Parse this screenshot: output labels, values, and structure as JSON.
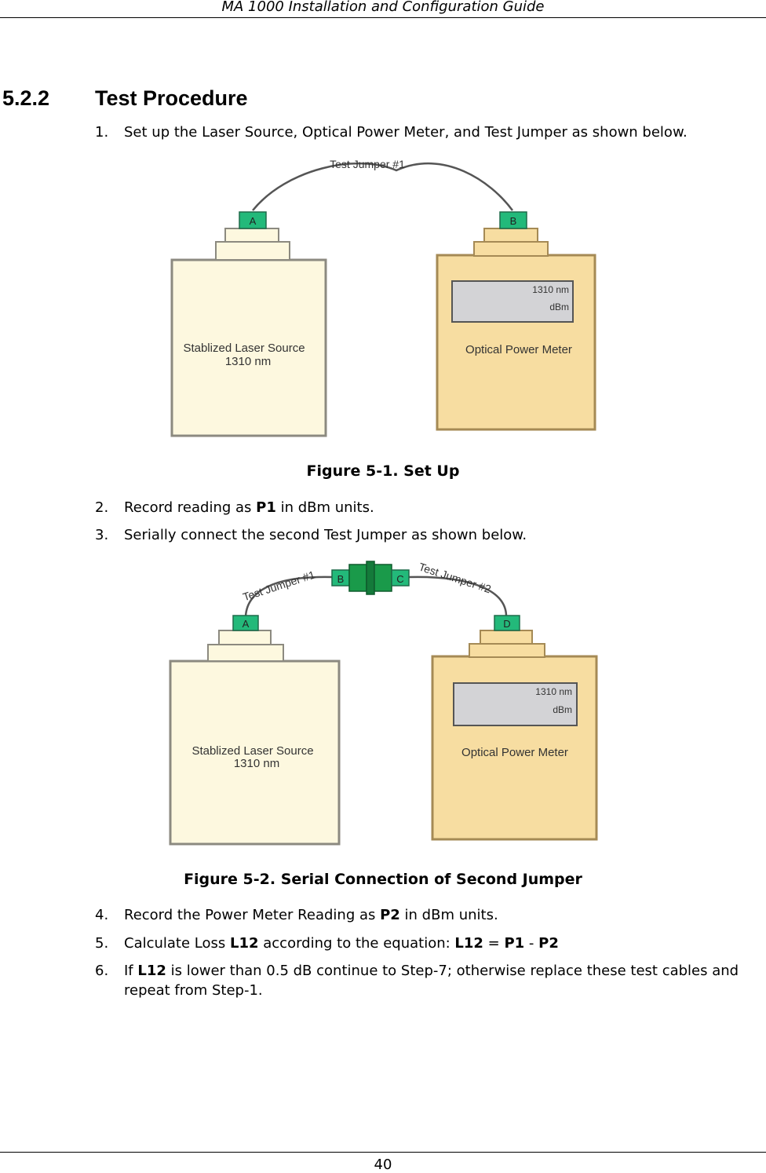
{
  "header": {
    "title": "MA 1000 Installation and Configuration Guide"
  },
  "section": {
    "number": "5.2.2",
    "title": "Test Procedure"
  },
  "steps": [
    {
      "num": "1.",
      "text": "Set up the Laser Source, Optical Power Meter, and Test Jumper as shown below."
    },
    {
      "num": "2.",
      "pre": "Record reading as ",
      "bold1": "P1",
      "post": " in dBm units."
    },
    {
      "num": "3.",
      "text": "Serially connect the second Test Jumper as shown below."
    },
    {
      "num": "4.",
      "pre": "Record the Power Meter Reading as ",
      "bold1": "P2",
      "post": " in dBm units."
    },
    {
      "num": "5.",
      "pre": "Calculate Loss ",
      "bold1": "L12",
      "mid": " according to the equation: ",
      "bold2": "L12",
      "eq": " = ",
      "bold3": "P1",
      "minus": " - ",
      "bold4": "P2"
    },
    {
      "num": "6.",
      "pre": "If ",
      "bold1": "L12",
      "post": " is lower than 0.5 dB continue to Step-7; otherwise replace these test cables and repeat from Step-1."
    }
  ],
  "figure1": {
    "caption": "Figure 5-1. Set Up",
    "jumper_label": "Test Jumper #1",
    "connector_a": "A",
    "connector_b": "B",
    "source_line1": "Stablized Laser Source",
    "source_line2": "1310 nm",
    "meter_display1": "1310 nm",
    "meter_display2": "dBm",
    "meter_label": "Optical Power Meter"
  },
  "figure2": {
    "caption": "Figure 5-2. Serial Connection of Second Jumper",
    "jumper1_label": "Test Jumper #1",
    "jumper2_label": "Test Jumper #2",
    "connector_a": "A",
    "connector_b": "B",
    "connector_c": "C",
    "connector_d": "D",
    "source_line1": "Stablized Laser Source",
    "source_line2": "1310 nm",
    "meter_display1": "1310 nm",
    "meter_display2": "dBm",
    "meter_label": "Optical Power Meter"
  },
  "colors": {
    "source_fill": "#fdf8df",
    "meter_fill": "#f7dda1",
    "display_fill": "#d3d3d6",
    "connector_green": "#23b97a",
    "coupler_green": "#1a9a4a"
  },
  "footer": {
    "page": "40"
  }
}
